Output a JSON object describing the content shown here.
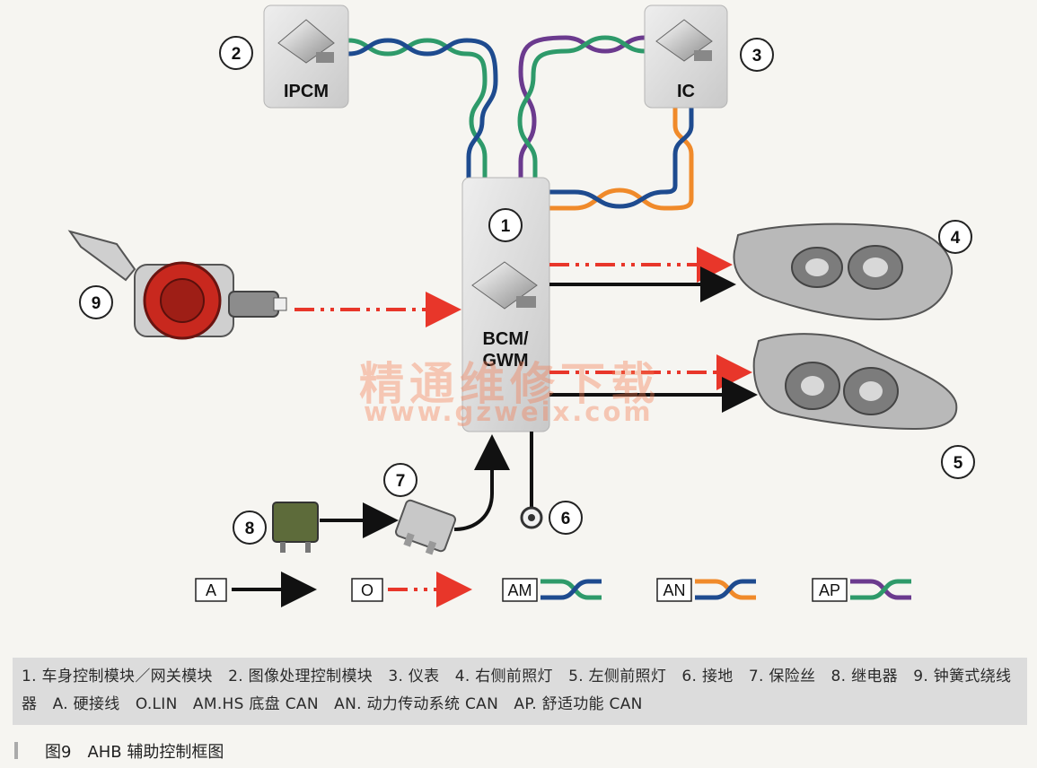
{
  "modules": {
    "ipcm": {
      "num": "2",
      "label": "IPCM"
    },
    "ic": {
      "num": "3",
      "label": "IC"
    },
    "bcm": {
      "num": "1",
      "label_line1": "BCM/",
      "label_line2": "GWM"
    }
  },
  "callouts": {
    "headlamp_right": "4",
    "headlamp_left": "5",
    "ground": "6",
    "fuse": "7",
    "relay": "8",
    "clockspring": "9"
  },
  "legend": {
    "hardwire": "A",
    "lin": "O",
    "hs_can": "AM",
    "pt_can": "AN",
    "comfort_can": "AP"
  },
  "colors": {
    "hs_can_a": "#2e9a6a",
    "hs_can_b": "#1e4b8f",
    "pt_can_a": "#f08a2a",
    "pt_can_b": "#1e4b8f",
    "comfort_can_a": "#6b3a8e",
    "comfort_can_b": "#2e9a6a",
    "lin": "#e8362a",
    "hardwire": "#111111"
  },
  "watermark": {
    "line1": "精通维修下载",
    "line2": "www.gzweix.com"
  },
  "caption": {
    "text": "1. 车身控制模块／网关模块　2. 图像处理控制模块　3. 仪表　4. 右侧前照灯　5. 左侧前照灯　6. 接地　7. 保险丝　8. 继电器　9. 钟簧式绕线器　A. 硬接线　O.LIN　AM.HS 底盘 CAN　AN. 动力传动系统 CAN　AP. 舒适功能 CAN",
    "figure": "图9　AHB 辅助控制框图"
  }
}
